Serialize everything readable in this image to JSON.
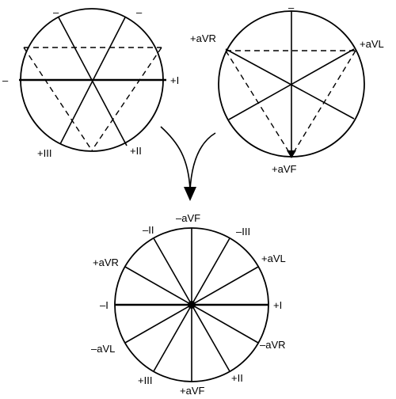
{
  "colors": {
    "ink": "#000000",
    "background": "#ffffff"
  },
  "bipolar_triangle": {
    "labels": {
      "neg_left": "–",
      "neg_top_left": "–",
      "neg_top_right": "–",
      "pos_i": "+I",
      "pos_iii": "+III",
      "pos_ii": "+II"
    }
  },
  "augmented_triangle": {
    "labels": {
      "neg_top": "–",
      "pos_avr": "+aVR",
      "pos_avl": "+aVL",
      "pos_avf": "+aVF"
    }
  },
  "hexaxial": {
    "labels": {
      "neg_avf": "–aVF",
      "neg_ii": "–II",
      "neg_iii": "–III",
      "pos_avr": "+aVR",
      "pos_avl": "+aVL",
      "neg_i": "–I",
      "pos_i": "+I",
      "neg_avl": "–aVL",
      "neg_avr": "–aVR",
      "pos_iii": "+III",
      "pos_ii": "+II",
      "pos_avf": "+aVF"
    }
  },
  "connector": {
    "icon": "curved-arrows-merge-icon"
  }
}
